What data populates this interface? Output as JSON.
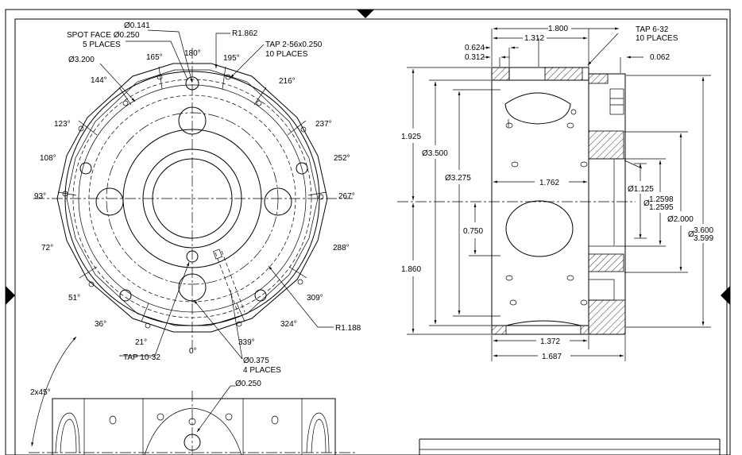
{
  "front_view": {
    "callouts": {
      "hole_dia": "Ø0.141",
      "spot_face_l1": "SPOT FACE Ø0.250",
      "spot_face_l2": "5 PLACES",
      "bolt_circle": "Ø3.200",
      "radius_outer": "R1.862",
      "tap_l1": "TAP 2-56x0.250",
      "tap_l2": "10 PLACES",
      "tap_center": "TAP 10-32",
      "bore_l1": "Ø0.375",
      "bore_l2": "4 PLACES",
      "radius_inner": "R1.188"
    },
    "angles": [
      "180°",
      "195°",
      "216°",
      "237°",
      "252°",
      "267°",
      "288°",
      "309°",
      "324°",
      "339°",
      "0°",
      "21°",
      "36°",
      "51°",
      "72°",
      "93°",
      "108°",
      "123°",
      "144°",
      "165°"
    ]
  },
  "section_view": {
    "dims": {
      "d1800": "1.800",
      "d1312": "1.312",
      "d0624": "0.624",
      "d0312": "0.312",
      "d0062": "0.062",
      "tap_l1": "TAP 6-32",
      "tap_l2": "10 PLACES",
      "d1925": "1.925",
      "d1860": "1.860",
      "dia3500": "Ø3.500",
      "dia3275": "Ø3.275",
      "d1762": "1.762",
      "d0750": "0.750",
      "dia1125": "Ø1.125",
      "dia_bore_sym": "Ø",
      "bore_hi": "1.2598",
      "bore_lo": "1.2595",
      "dia2000": "Ø2.000",
      "dia_od_sym": "Ø",
      "od_hi": "3.600",
      "od_lo": "3.599",
      "d1372": "1.372",
      "d1687": "1.687"
    }
  },
  "bottom_view": {
    "chamfer": "2x45°",
    "hole": "Ø0.250"
  }
}
